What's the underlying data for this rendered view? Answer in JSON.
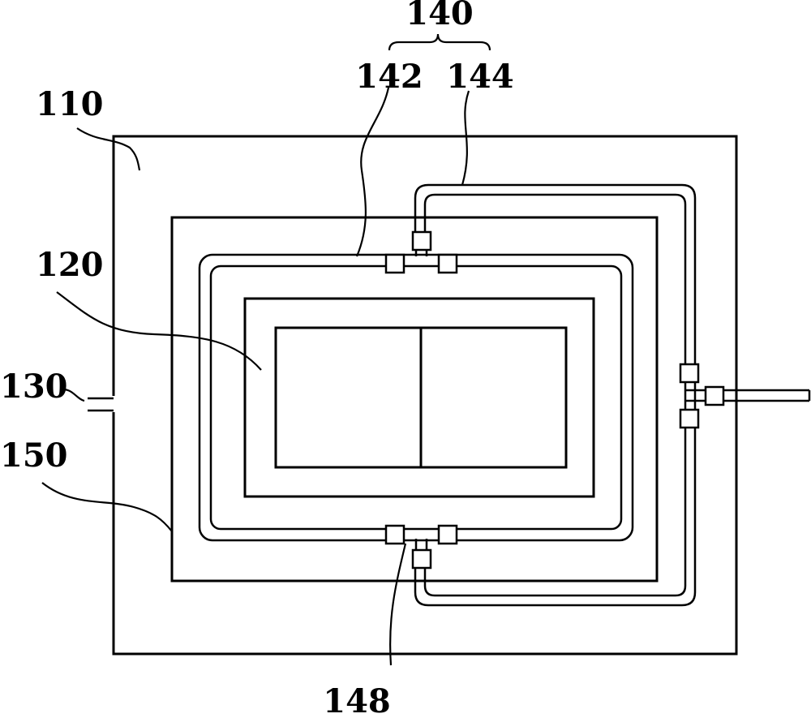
{
  "labels": {
    "group": "140",
    "pipe_inner": "142",
    "pipe_outer": "144",
    "chamber": "110",
    "container": "120",
    "port": "130",
    "liner": "150",
    "connector": "148"
  }
}
